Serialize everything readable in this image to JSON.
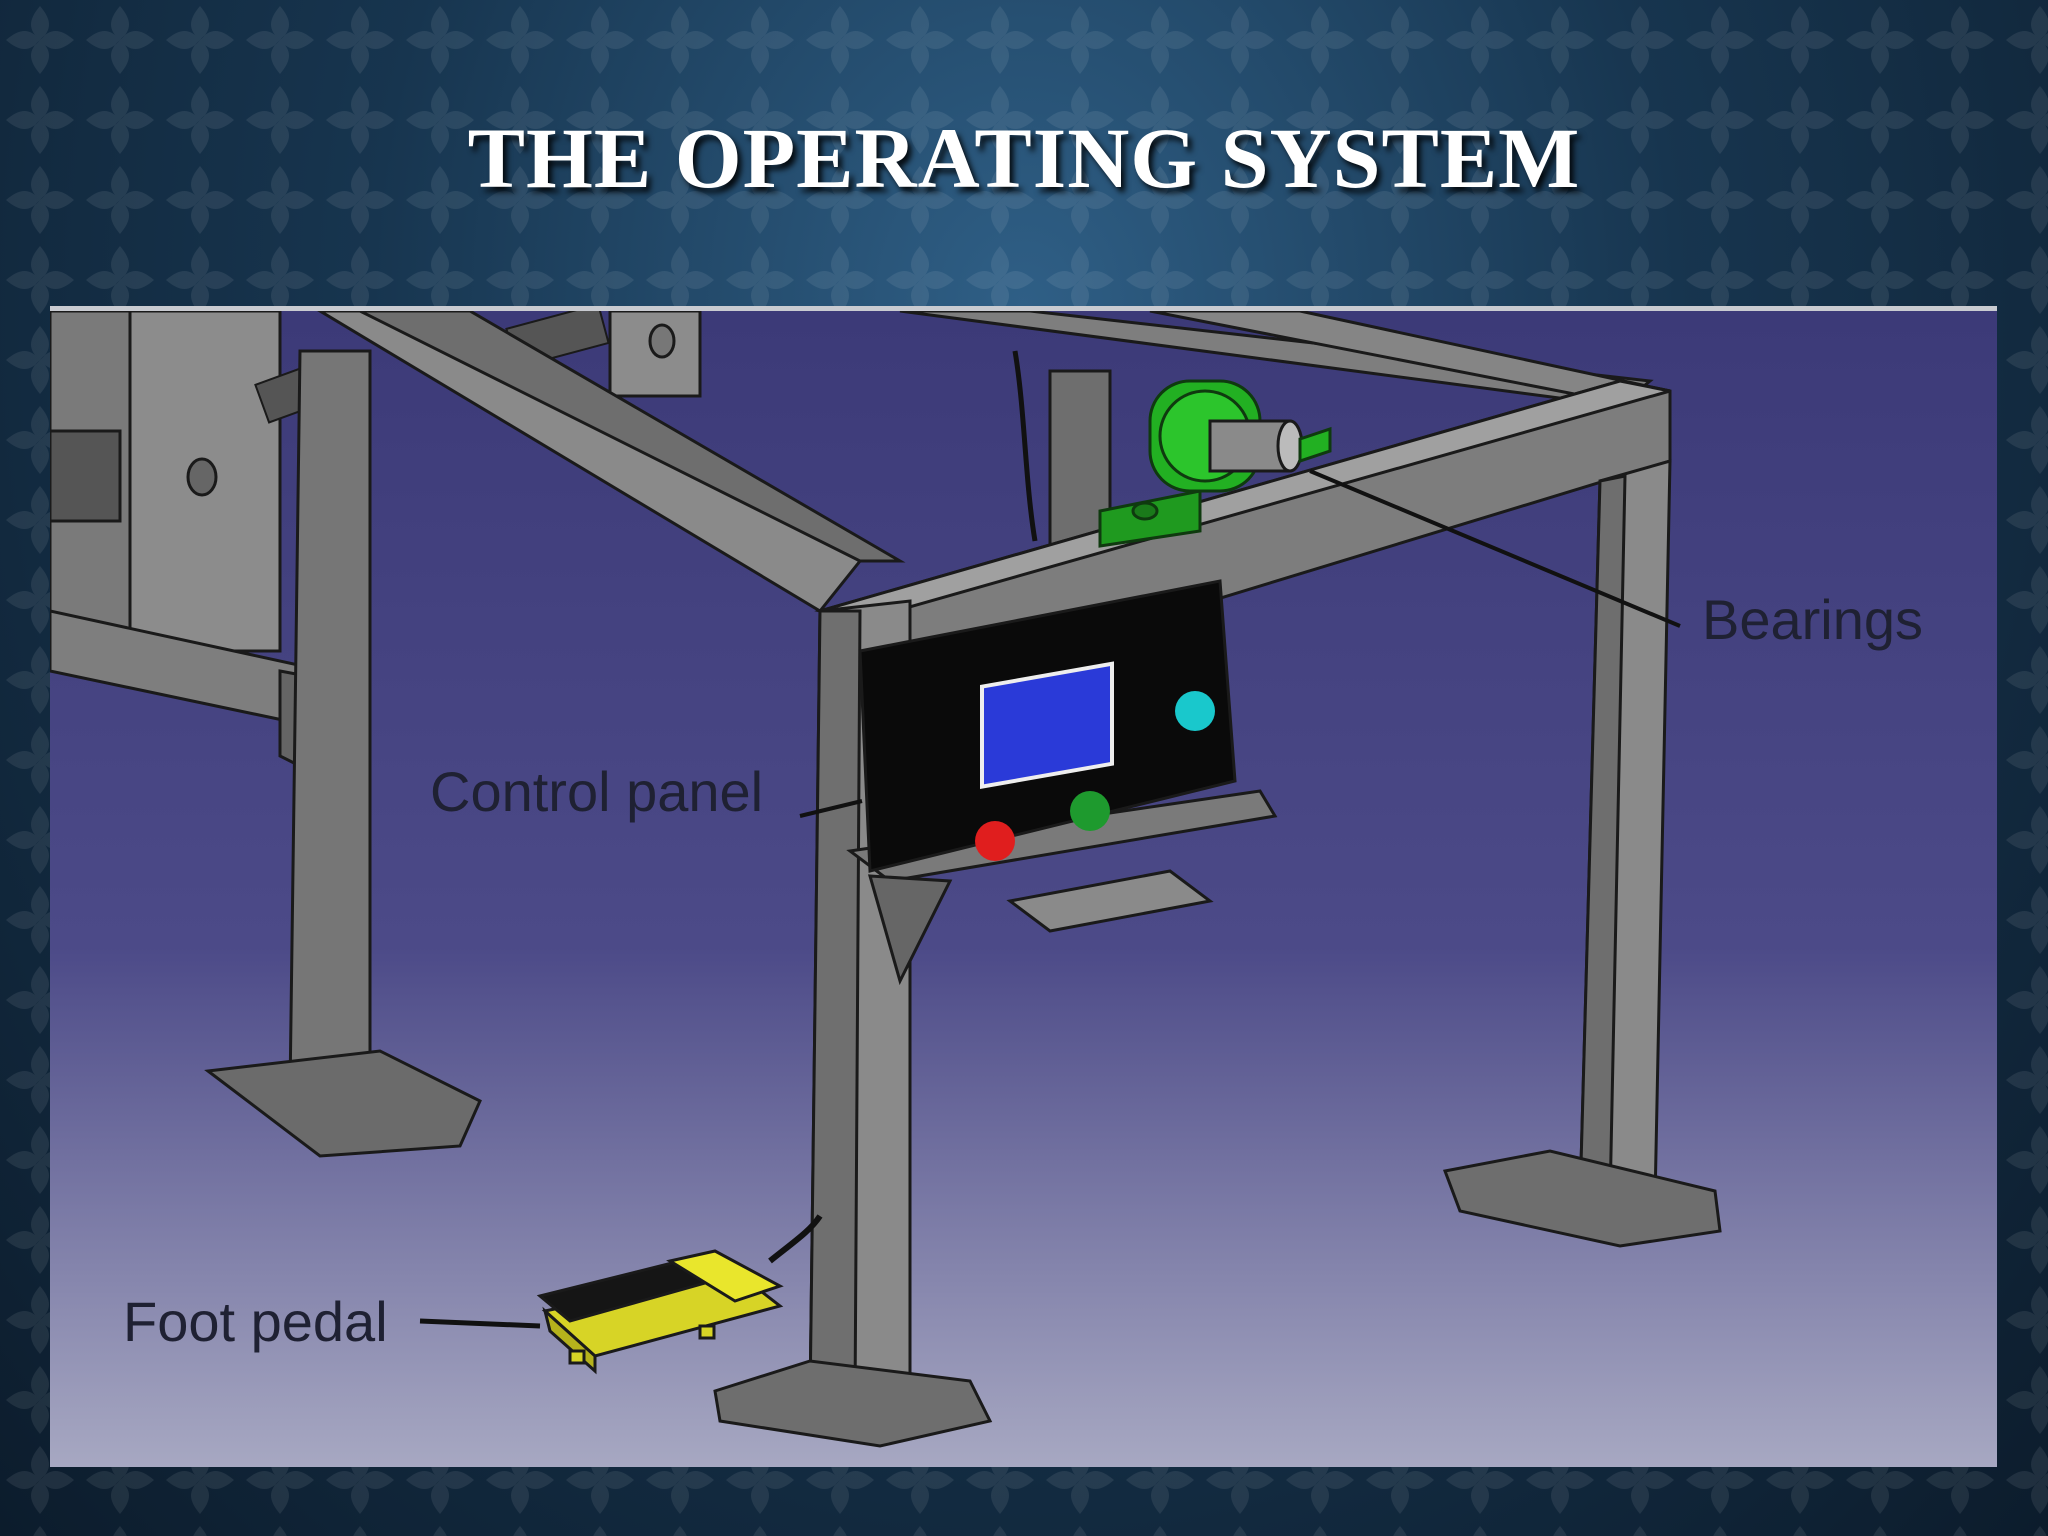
{
  "slide": {
    "title": "THE OPERATING SYSTEM"
  },
  "diagram": {
    "labels": {
      "bearings": "Bearings",
      "control_panel": "Control panel",
      "foot_pedal": "Foot pedal"
    },
    "colors": {
      "background_top": "#3c3a78",
      "background_bottom": "#a7a8c2",
      "frame": "#6f6f6f",
      "bearing": "#22b022",
      "control_box": "#0a0a0a",
      "lcd": "#2a3ad8",
      "button_red": "#e01e1e",
      "button_green": "#1e9a2e",
      "button_cyan": "#19c8cc",
      "pedal": "#e9e62c"
    }
  }
}
